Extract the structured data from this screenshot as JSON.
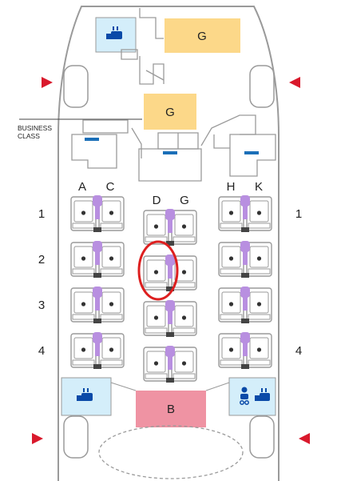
{
  "cabin": {
    "class_label_line1": "BUSINESS",
    "class_label_line2": "CLASS",
    "galley_label": "G",
    "bar_label": "B"
  },
  "columns": {
    "left": [
      "A",
      "C"
    ],
    "middle": [
      "D",
      "G"
    ],
    "right": [
      "H",
      "K"
    ]
  },
  "rows": [
    "1",
    "2",
    "3",
    "4"
  ],
  "selected_seat": "2D",
  "colors": {
    "outline": "#9a9a9a",
    "galley": "#fcd889",
    "lavatory": "#d4eefa",
    "bar": "#ef93a3",
    "seat_accent": "#b88fe0",
    "exit_arrow": "#d9192c",
    "selection_ring": "#dd1f1f",
    "lavatory_icon": "#0a4aa8",
    "storage_mark": "#1b6fb8"
  },
  "icons": {
    "lavatory": "lavatory-icon",
    "baby_change": "baby-change-icon",
    "exit": "exit-arrow-icon"
  }
}
